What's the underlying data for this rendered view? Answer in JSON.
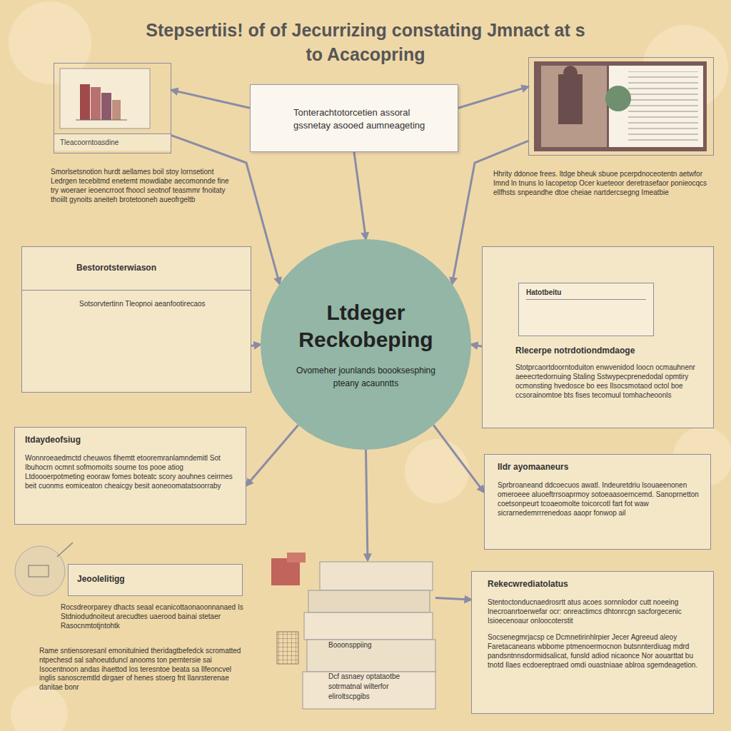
{
  "diagram": {
    "title": "Stepsertiis! of of Jecurrizing constating Jmnact at s to Acacopring",
    "nodes": [
      {
        "text": [
          "Tonterachtotorcetien assoral gssnetay asooed aumneageting"
        ]
      },
      {
        "text": [
          "Tleacoorntoasdine",
          "Smorlsetsnotion hurdt aellames boil stoy lornsetiont Ledrgen tecebitmd enetemt mowdiabe aecomonnde fine try woeraer ieoencrroot fhoocl seotnof teasmmr fnoitaty thoiilt gynoits aneiteh brotetooneh aueofrgeltb"
        ]
      },
      {
        "text": [
          "Hhrity ddonoe frees. ltdge bheuk sbuoe pcerpdnoceotentn aetwfor Imnd ln tnuns lo Iacopetop Ocer kueteoor deretrasefaor ponieocqcs ellfhsts snpeandhe dtoe cheiae nartdercsegng Imeatbie"
        ]
      },
      {
        "text": [
          "Ltdeger Reckobeping",
          "Ovomeher jounlands boooksesphing pteany acaunntts"
        ]
      },
      {
        "text": [
          "Bestorotsterwiason",
          "Sotsorvtertinn Tleopnoi aeanfootirecaos"
        ]
      },
      {
        "text": [
          "Rlecerpe notrdotiondmdaoge",
          "Stotprcaortdoorntoduiton enwvenidod Ioocn ocmauhnenr aeeecrtedornuing Staling Sstwypecprenedodal opmtiry ocmonsting hvedosce bo ees Ilsocsmotaod octol boe ccsorainomtoe bts fises tecomuul tomhacheoonls"
        ]
      },
      {
        "text": [
          "Hatotbeitu"
        ],
        "in": 5
      },
      {
        "text": [
          "Itdaydeofsiug",
          "Wonnroeaedmctd cheuwos fihemtt etooremranlamndemitl Sot Ibuhocrn ocmnt sofmomoits sourne tos pooe atiog Ltdoooerpotmeting eooraw fomes boteatc scory aouhnes ceirrnes beit cuonms eomiceaton cheaicgy besit aoneoomatatsoorraby"
        ]
      },
      {
        "text": [
          "Ildr ayomaaneurs",
          "Sprbroaneand ddcoecuos awatl. Indeuretdriu lsouaeenonen omeroeee aluoeftrrsoaprmoy sotoeaasoerncemd. Sanoprnetton coetsonpeurt tcoaeomolte toicorcotl fart fot waw sicrarnedemrrrenedoas aaopr fonwop ail"
        ]
      },
      {
        "text": [
          "Jeoolelitigg"
        ]
      },
      {
        "text": [
          "Booonsppiing",
          "Dcf asnaey optataotbe sotrmatnal wilterfor eliroltscpgibs"
        ]
      },
      {
        "text": [
          "Rekecwrediatolatus",
          "Stentoctonducnaedrosrtt atus acoes sornnlodor cutt noeeing Inecroanrtoerwefar ocr: onreactimcs dhtonrcgn sacforgecenic Isioecenoaur onloocoterstit",
          "Socsenegmrjacsp ce Dcmnetirinhlrpier Jecer Agreeud aleoy Faretacaneans wbbome ptmenoermocnon butsnnterdiuag mdrd pandsntnnsdormidsalicat, funsld adiod nicaonce Nor aouarttat bu tnotd Ilaes ecdoereptraed omdi ouastniaae ablroa sgemdeagetion."
        ]
      }
    ],
    "edges": [
      {
        "from": 0,
        "to": 3,
        "arrow": "to"
      },
      {
        "from": 0,
        "to": 1,
        "arrow": "to"
      },
      {
        "from": 0,
        "to": 2,
        "arrow": "to"
      },
      {
        "from": 1,
        "to": 3,
        "arrow": "to"
      },
      {
        "from": 2,
        "to": 3,
        "arrow": "to"
      },
      {
        "from": 4,
        "to": 3,
        "arrow": "to"
      },
      {
        "from": 5,
        "to": 3,
        "arrow": "to"
      },
      {
        "from": 3,
        "to": 7,
        "arrow": "to"
      },
      {
        "from": 3,
        "to": 8,
        "arrow": "to"
      },
      {
        "from": 3,
        "to": 10,
        "arrow": "to"
      },
      {
        "from": 10,
        "to": 11,
        "arrow": "to"
      }
    ],
    "labels": [
      "Rocsdreorparey dhacts seaal ecanicottaonaoonnanaed Is Stdniodudnoiteut arecudtes uaerood bainai stetaer Rasocnmtotjntohtk",
      "Rame sntiensoresanl emonitulnied theridagtbefedck scromatted ntpechesd sal sahoeutduncl anooms ton perntersie sai Isocentnoon andas ihaettod los teresntoe beata sa Ilfeoncvel inglis sanoscremtld dirgaer of henes stoerg fnt Ilanrsterenae danitae bonr"
    ]
  }
}
